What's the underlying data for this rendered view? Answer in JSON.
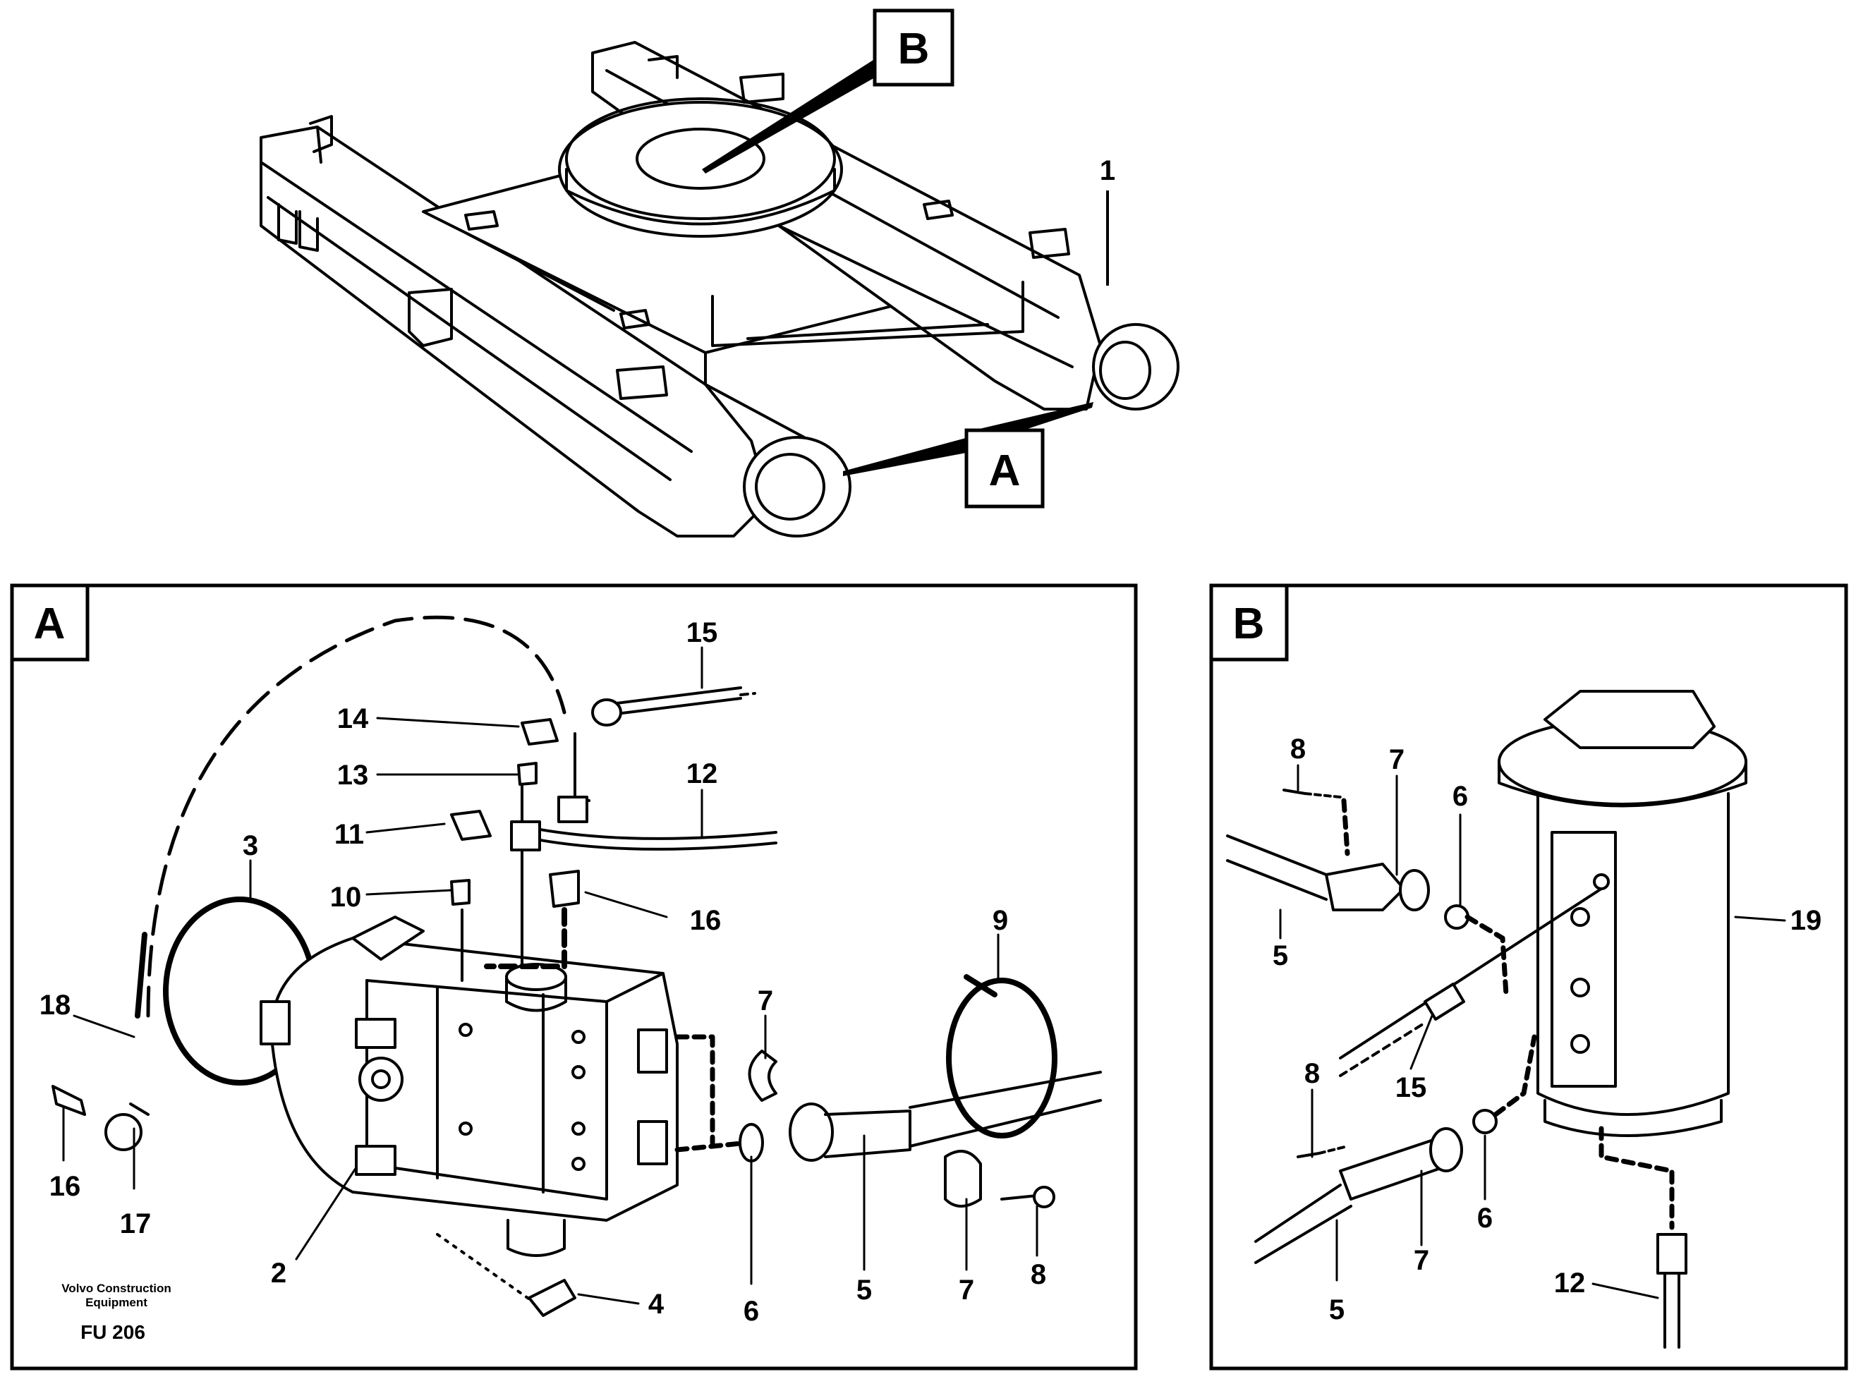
{
  "callouts": {
    "top_b": "B",
    "top_a": "A",
    "frame_1": "1"
  },
  "panel_a": {
    "tag": "A",
    "labels": {
      "n15": "15",
      "n14": "14",
      "n13": "13",
      "n12": "12",
      "n11": "11",
      "n10": "10",
      "n16a": "16",
      "n3": "3",
      "n18": "18",
      "n9": "9",
      "n7a": "7",
      "n16b": "16",
      "n17": "17",
      "n2": "2",
      "n4": "4",
      "n6": "6",
      "n5": "5",
      "n7b": "7",
      "n8": "8"
    },
    "maker_line1": "Volvo Construction",
    "maker_line2": "Equipment",
    "figure_code": "FU 206"
  },
  "panel_b": {
    "tag": "B",
    "labels": {
      "n8a": "8",
      "n7a": "7",
      "n6a": "6",
      "n5a": "5",
      "n19": "19",
      "n15": "15",
      "n8b": "8",
      "n6b": "6",
      "n7b": "7",
      "n5b": "5",
      "n12": "12"
    }
  }
}
